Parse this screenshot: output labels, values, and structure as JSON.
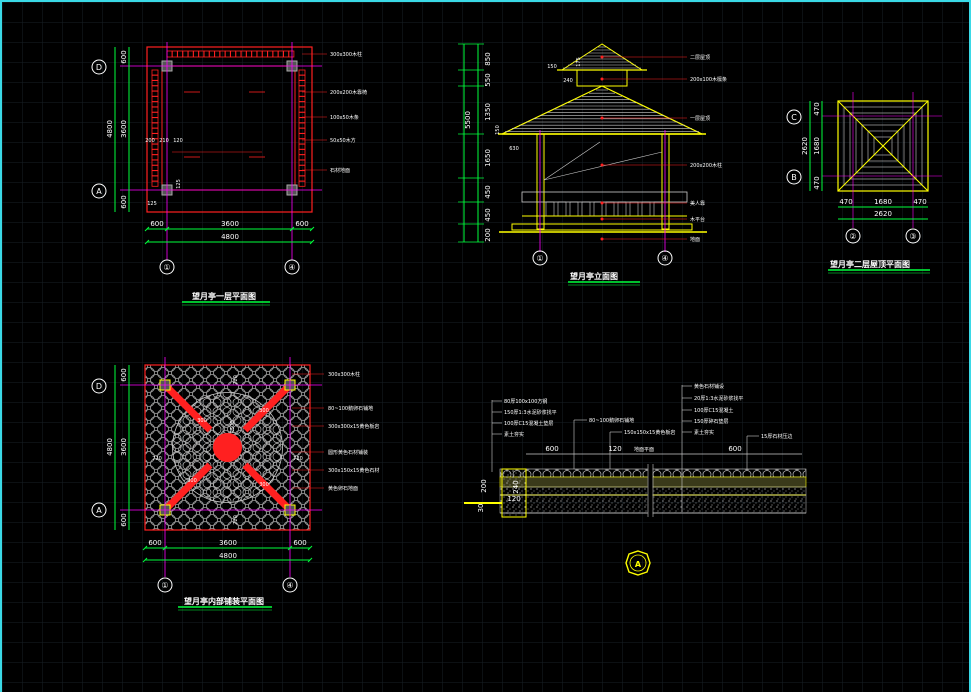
{
  "drawing": {
    "plan1": {
      "title": "望月亭一层平面图",
      "axes_h": [
        "①",
        "④"
      ],
      "axes_v": [
        "D",
        "A"
      ],
      "dims_bottom": [
        "600",
        "3600",
        "600"
      ],
      "dim_total": "4800",
      "dims_left": [
        "600",
        "3600",
        "600"
      ],
      "dim_left_total": "4800",
      "inner_dims": [
        "200",
        "210",
        "120",
        "125",
        "125"
      ],
      "callouts": [
        "300x300木柱",
        "200x200木靠椅",
        "100x50木条",
        "50x50木方",
        "石材地面"
      ]
    },
    "elev": {
      "title": "望月亭立面图",
      "axes": [
        "①",
        "④"
      ],
      "dims_left": [
        "850",
        "550",
        "1350",
        "1650",
        "450",
        "450",
        "200"
      ],
      "dim_total": "5500",
      "inner_dims": [
        "150",
        "240",
        "150",
        "630",
        "175"
      ],
      "callouts": [
        "二层屋顶",
        "200x100木檩条",
        "一层屋顶",
        "200x200木柱",
        "美人靠",
        "木平台",
        "地面"
      ]
    },
    "roof": {
      "title": "望月亭二层屋顶平面图",
      "axes_h": [
        "②",
        "③"
      ],
      "axes_v": [
        "C",
        "B"
      ],
      "dims_bottom": [
        "470",
        "1680",
        "470"
      ],
      "dim_total": "2620",
      "dims_left": [
        "470",
        "1680",
        "470"
      ],
      "dim_left_total": "2620"
    },
    "plan2": {
      "title": "望月亭内部铺装平面图",
      "axes_h": [
        "①",
        "④"
      ],
      "axes_v": [
        "D",
        "A"
      ],
      "dims_bottom": [
        "600",
        "3600",
        "600"
      ],
      "dim_total": "4800",
      "dims_left": [
        "600",
        "3600",
        "600"
      ],
      "dim_left_total": "4800",
      "inner_dims": [
        "720",
        "720",
        "720",
        "720",
        "300",
        "300",
        "300",
        "300",
        "R500"
      ],
      "callouts": [
        "300x300木柱",
        "80~100鹅卵石铺地",
        "300x300x15黄色板岩",
        "圆形黄色石材铺装",
        "300x150x15黄色石材",
        "黄色卵石地面"
      ]
    },
    "section": {
      "title_badge": "A",
      "dims_top": [
        "600",
        "120",
        "600"
      ],
      "dims_side": [
        "200",
        "240",
        "120",
        "30"
      ],
      "labels_left": [
        "80厚100x100方钢",
        "150厚1:3水泥砂浆找平",
        "100厚C15混凝土垫层",
        "素土夯实"
      ],
      "labels_mid": [
        "80~100鹅卵石铺地",
        "150x150x15黄色板岩"
      ],
      "labels_right": [
        "黄色石材铺设",
        "20厚1:3水泥砂浆找平",
        "100厚C15混凝土",
        "150厚碎石垫层",
        "素土夯实",
        "15厚石材压边"
      ],
      "mid_label": "地面平面"
    }
  },
  "colors": {
    "background": "#000000",
    "red": "#ff2020",
    "yellow": "#ffff00",
    "green": "#00ff3c",
    "white": "#ffffff",
    "magenta": "#ff00ff",
    "grid": "#1a1f26"
  }
}
